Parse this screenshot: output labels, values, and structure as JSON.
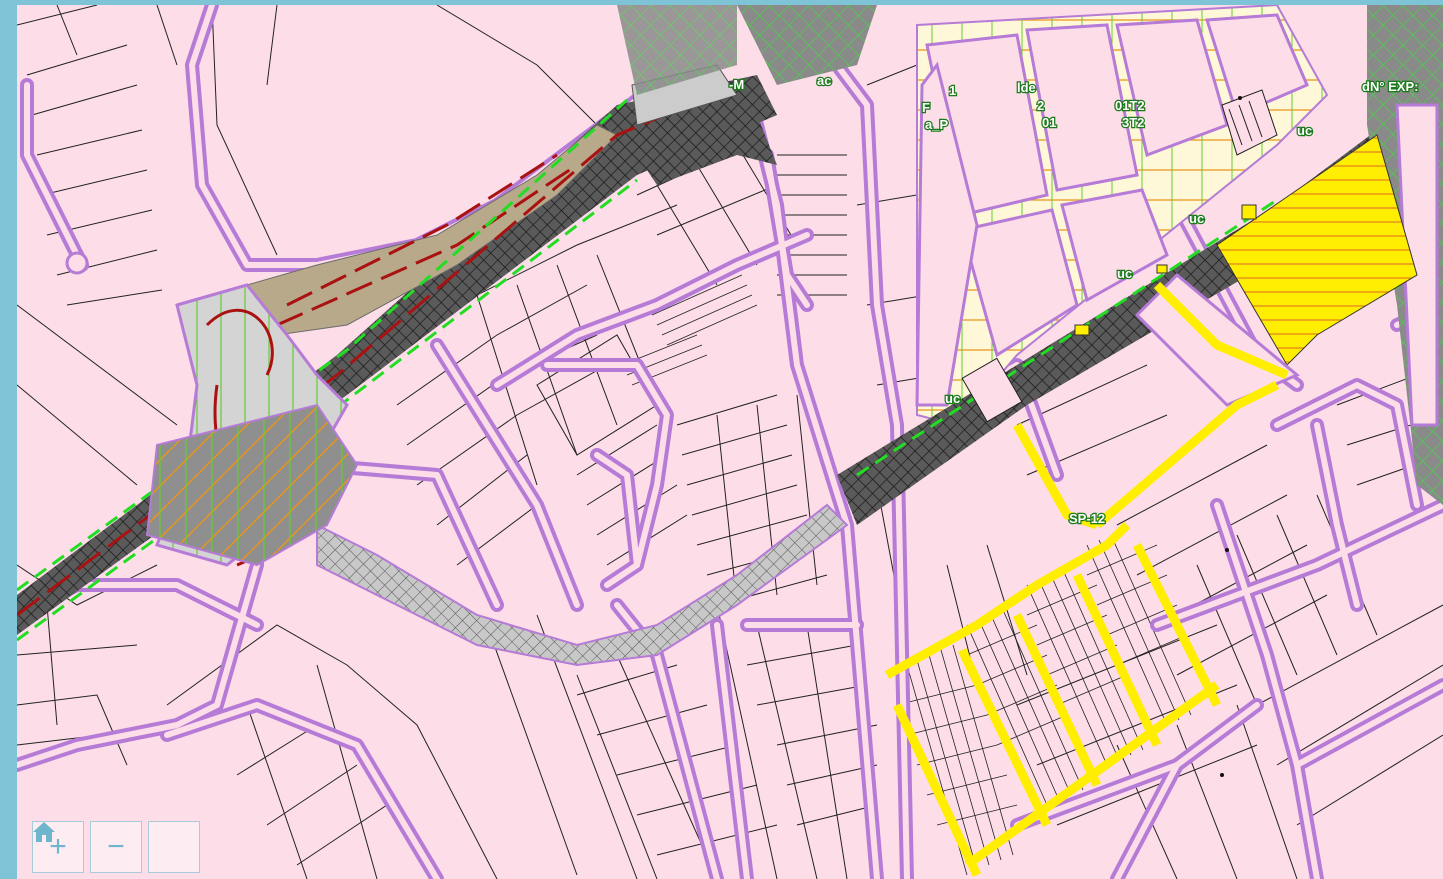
{
  "controls": {
    "zoom_in": {
      "glyph": "+",
      "icon": "plus-icon"
    },
    "zoom_out": {
      "glyph": "−",
      "icon": "minus-icon"
    },
    "home": {
      "icon": "home-icon"
    }
  },
  "map_labels": {
    "label_1": "-M",
    "label_2": "ac",
    "label_3": "1",
    "label_4": "lde",
    "label_5": "2",
    "label_6": "01T2",
    "label_7": "3T2",
    "label_8": "01",
    "label_9": "F",
    "label_10": "a_P",
    "label_11": "dN° EXP:",
    "label_12": "uc",
    "label_13": "uc",
    "label_14": "uc",
    "label_15": "uc",
    "label_16": "SP-12"
  },
  "colors": {
    "frame": "#7fc4d6",
    "parcel": "#fcdde8",
    "road_outline": "#b57bd6",
    "road_fill": "#d8b6ea",
    "highway": "#555555",
    "yellow_zone": "#ffee00",
    "green_hatch": "#66cc33",
    "orange_hatch": "#e8951a",
    "rail": "#aa1111"
  }
}
